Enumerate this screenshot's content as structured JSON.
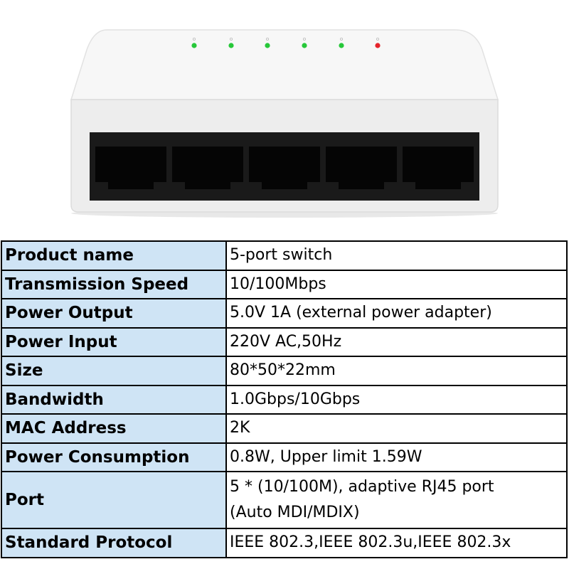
{
  "product_image": {
    "led_colors": {
      "green": "#27c83a",
      "red": "#e5242b"
    },
    "port_count": 5
  },
  "specs": [
    {
      "label": "Product name",
      "value": "5-port switch"
    },
    {
      "label": "Transmission Speed",
      "value": "10/100Mbps"
    },
    {
      "label": "Power Output",
      "value": "5.0V 1A (external power adapter)"
    },
    {
      "label": "Power Input",
      "value": "220V AC,50Hz"
    },
    {
      "label": "Size",
      "value": "80*50*22mm"
    },
    {
      "label": "Bandwidth",
      "value": "1.0Gbps/10Gbps"
    },
    {
      "label": "MAC Address",
      "value": "2K"
    },
    {
      "label": "Power Consumption",
      "value": "0.8W, Upper limit 1.59W"
    },
    {
      "label": "Port",
      "value_lines": [
        "5 * (10/100M), adaptive RJ45 port",
        "(Auto MDI/MDIX)"
      ]
    },
    {
      "label": "Standard Protocol",
      "value": "IEEE 802.3,IEEE 802.3u,IEEE 802.3x"
    }
  ],
  "colors": {
    "label_bg": "#cfe4f5",
    "border": "#000000"
  }
}
